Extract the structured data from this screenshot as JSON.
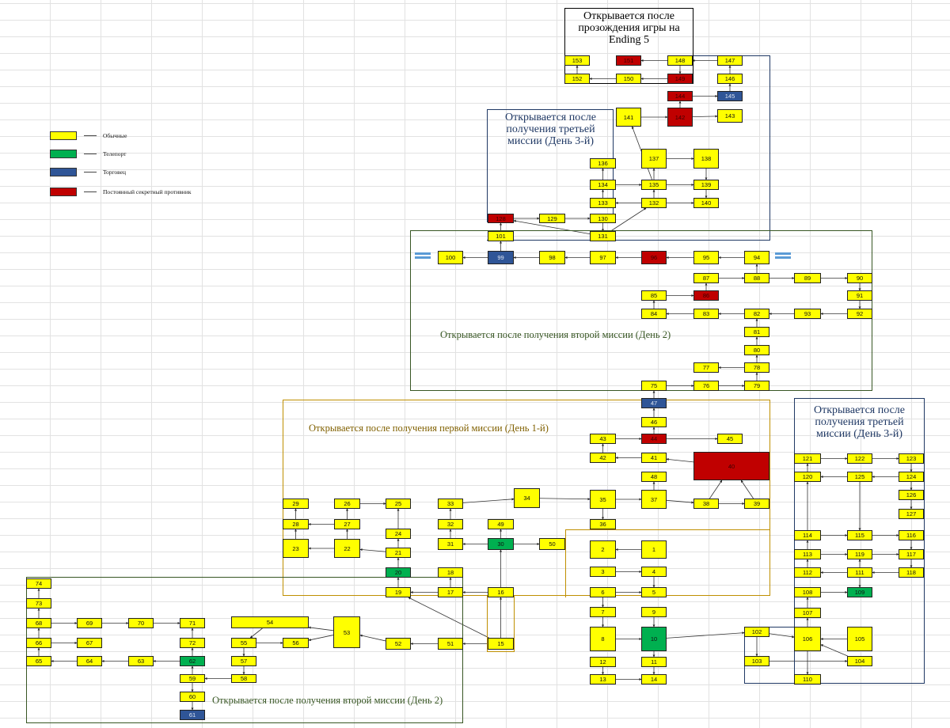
{
  "colors": {
    "normal": "#ffff00",
    "teleport": "#00b050",
    "trader": "#2f5597",
    "secret": "#c00000",
    "green_region": "#375623",
    "gold_region": "#bf8f00",
    "navy_region": "#1f3864",
    "plain_region": "#000000",
    "gold_text": "#806000",
    "green_text": "#375623",
    "navy_text": "#1f3864"
  },
  "legend": [
    {
      "label": "Обычные",
      "type": "normal"
    },
    {
      "label": "Телепорт",
      "type": "teleport"
    },
    {
      "label": "Торговец",
      "type": "trader"
    },
    {
      "label": "Постоянный секретный противник",
      "type": "secret"
    }
  ],
  "regions": [
    {
      "id": "ending5",
      "label": "Открывается после прозождения игры на Ending 5",
      "type": "plain"
    },
    {
      "id": "day3-top",
      "label": "Открывается после получения третьей миссии (День 3-й)",
      "type": "navy"
    },
    {
      "id": "day2-top",
      "label": "Открывается после получения второй миссии (День 2)",
      "type": "green"
    },
    {
      "id": "day1",
      "label": "Открывается после получения первой миссии (День 1-й)",
      "type": "gold"
    },
    {
      "id": "day3-right",
      "label": "Открывается после получения третьей миссии (День 3-й)",
      "type": "navy"
    },
    {
      "id": "day2-bottom",
      "label": "Открывается после получения второй миссии (День 2)",
      "type": "green"
    }
  ],
  "rooms": [
    {
      "n": "1",
      "t": "normal"
    },
    {
      "n": "2",
      "t": "normal"
    },
    {
      "n": "3",
      "t": "normal"
    },
    {
      "n": "4",
      "t": "normal"
    },
    {
      "n": "5",
      "t": "normal"
    },
    {
      "n": "6",
      "t": "normal"
    },
    {
      "n": "7",
      "t": "normal"
    },
    {
      "n": "8",
      "t": "normal"
    },
    {
      "n": "9",
      "t": "normal"
    },
    {
      "n": "10",
      "t": "teleport"
    },
    {
      "n": "11",
      "t": "normal"
    },
    {
      "n": "12",
      "t": "normal"
    },
    {
      "n": "13",
      "t": "normal"
    },
    {
      "n": "14",
      "t": "normal"
    },
    {
      "n": "15",
      "t": "normal"
    },
    {
      "n": "16",
      "t": "normal"
    },
    {
      "n": "17",
      "t": "normal"
    },
    {
      "n": "18",
      "t": "normal"
    },
    {
      "n": "19",
      "t": "normal"
    },
    {
      "n": "20",
      "t": "teleport"
    },
    {
      "n": "21",
      "t": "normal"
    },
    {
      "n": "22",
      "t": "normal"
    },
    {
      "n": "23",
      "t": "normal"
    },
    {
      "n": "24",
      "t": "normal"
    },
    {
      "n": "25",
      "t": "normal"
    },
    {
      "n": "26",
      "t": "normal"
    },
    {
      "n": "27",
      "t": "normal"
    },
    {
      "n": "28",
      "t": "normal"
    },
    {
      "n": "29",
      "t": "normal"
    },
    {
      "n": "30",
      "t": "teleport"
    },
    {
      "n": "31",
      "t": "normal"
    },
    {
      "n": "32",
      "t": "normal"
    },
    {
      "n": "33",
      "t": "normal"
    },
    {
      "n": "34",
      "t": "normal"
    },
    {
      "n": "35",
      "t": "normal"
    },
    {
      "n": "36",
      "t": "normal"
    },
    {
      "n": "37",
      "t": "normal"
    },
    {
      "n": "38",
      "t": "normal"
    },
    {
      "n": "39",
      "t": "normal"
    },
    {
      "n": "40",
      "t": "secret"
    },
    {
      "n": "41",
      "t": "normal"
    },
    {
      "n": "42",
      "t": "normal"
    },
    {
      "n": "43",
      "t": "normal"
    },
    {
      "n": "44",
      "t": "secret"
    },
    {
      "n": "45",
      "t": "normal"
    },
    {
      "n": "46",
      "t": "normal"
    },
    {
      "n": "47",
      "t": "trader"
    },
    {
      "n": "48",
      "t": "normal"
    },
    {
      "n": "49",
      "t": "normal"
    },
    {
      "n": "50",
      "t": "normal"
    },
    {
      "n": "51",
      "t": "normal"
    },
    {
      "n": "52",
      "t": "normal"
    },
    {
      "n": "53",
      "t": "normal"
    },
    {
      "n": "54",
      "t": "normal"
    },
    {
      "n": "55",
      "t": "normal"
    },
    {
      "n": "56",
      "t": "normal"
    },
    {
      "n": "57",
      "t": "normal"
    },
    {
      "n": "58",
      "t": "normal"
    },
    {
      "n": "59",
      "t": "normal"
    },
    {
      "n": "60",
      "t": "normal"
    },
    {
      "n": "61",
      "t": "trader"
    },
    {
      "n": "62",
      "t": "teleport"
    },
    {
      "n": "63",
      "t": "normal"
    },
    {
      "n": "64",
      "t": "normal"
    },
    {
      "n": "65",
      "t": "normal"
    },
    {
      "n": "66",
      "t": "normal"
    },
    {
      "n": "67",
      "t": "normal"
    },
    {
      "n": "68",
      "t": "normal"
    },
    {
      "n": "69",
      "t": "normal"
    },
    {
      "n": "70",
      "t": "normal"
    },
    {
      "n": "71",
      "t": "normal"
    },
    {
      "n": "72",
      "t": "normal"
    },
    {
      "n": "73",
      "t": "normal"
    },
    {
      "n": "74",
      "t": "normal"
    },
    {
      "n": "75",
      "t": "normal"
    },
    {
      "n": "76",
      "t": "normal"
    },
    {
      "n": "77",
      "t": "normal"
    },
    {
      "n": "78",
      "t": "normal"
    },
    {
      "n": "79",
      "t": "normal"
    },
    {
      "n": "80",
      "t": "normal"
    },
    {
      "n": "81",
      "t": "normal"
    },
    {
      "n": "82",
      "t": "normal"
    },
    {
      "n": "83",
      "t": "normal"
    },
    {
      "n": "84",
      "t": "normal"
    },
    {
      "n": "85",
      "t": "normal"
    },
    {
      "n": "86",
      "t": "secret"
    },
    {
      "n": "87",
      "t": "normal"
    },
    {
      "n": "88",
      "t": "normal"
    },
    {
      "n": "89",
      "t": "normal"
    },
    {
      "n": "90",
      "t": "normal"
    },
    {
      "n": "91",
      "t": "normal"
    },
    {
      "n": "92",
      "t": "normal"
    },
    {
      "n": "93",
      "t": "normal"
    },
    {
      "n": "94",
      "t": "normal"
    },
    {
      "n": "95",
      "t": "normal"
    },
    {
      "n": "96",
      "t": "secret"
    },
    {
      "n": "97",
      "t": "normal"
    },
    {
      "n": "98",
      "t": "normal"
    },
    {
      "n": "99",
      "t": "trader"
    },
    {
      "n": "100",
      "t": "normal"
    },
    {
      "n": "101",
      "t": "normal"
    },
    {
      "n": "102",
      "t": "normal"
    },
    {
      "n": "103",
      "t": "normal"
    },
    {
      "n": "104",
      "t": "normal"
    },
    {
      "n": "105",
      "t": "normal"
    },
    {
      "n": "106",
      "t": "normal"
    },
    {
      "n": "107",
      "t": "normal"
    },
    {
      "n": "108",
      "t": "normal"
    },
    {
      "n": "109",
      "t": "teleport"
    },
    {
      "n": "110",
      "t": "normal"
    },
    {
      "n": "111",
      "t": "normal"
    },
    {
      "n": "112",
      "t": "normal"
    },
    {
      "n": "113",
      "t": "normal"
    },
    {
      "n": "114",
      "t": "normal"
    },
    {
      "n": "115",
      "t": "normal"
    },
    {
      "n": "116",
      "t": "normal"
    },
    {
      "n": "117",
      "t": "normal"
    },
    {
      "n": "118",
      "t": "normal"
    },
    {
      "n": "119",
      "t": "normal"
    },
    {
      "n": "120",
      "t": "normal"
    },
    {
      "n": "121",
      "t": "normal"
    },
    {
      "n": "122",
      "t": "normal"
    },
    {
      "n": "123",
      "t": "normal"
    },
    {
      "n": "124",
      "t": "normal"
    },
    {
      "n": "125",
      "t": "normal"
    },
    {
      "n": "126",
      "t": "normal"
    },
    {
      "n": "127",
      "t": "normal"
    },
    {
      "n": "128",
      "t": "secret"
    },
    {
      "n": "129",
      "t": "normal"
    },
    {
      "n": "130",
      "t": "normal"
    },
    {
      "n": "131",
      "t": "normal"
    },
    {
      "n": "132",
      "t": "normal"
    },
    {
      "n": "133",
      "t": "normal"
    },
    {
      "n": "134",
      "t": "normal"
    },
    {
      "n": "135",
      "t": "normal"
    },
    {
      "n": "136",
      "t": "normal"
    },
    {
      "n": "137",
      "t": "normal"
    },
    {
      "n": "138",
      "t": "normal"
    },
    {
      "n": "139",
      "t": "normal"
    },
    {
      "n": "140",
      "t": "normal"
    },
    {
      "n": "141",
      "t": "normal"
    },
    {
      "n": "142",
      "t": "secret"
    },
    {
      "n": "143",
      "t": "normal"
    },
    {
      "n": "144",
      "t": "secret"
    },
    {
      "n": "145",
      "t": "trader"
    },
    {
      "n": "146",
      "t": "normal"
    },
    {
      "n": "147",
      "t": "normal"
    },
    {
      "n": "148",
      "t": "normal"
    },
    {
      "n": "149",
      "t": "secret"
    },
    {
      "n": "150",
      "t": "normal"
    },
    {
      "n": "151",
      "t": "secret"
    },
    {
      "n": "152",
      "t": "normal"
    },
    {
      "n": "153",
      "t": "normal"
    }
  ],
  "links": [
    [
      "1",
      "2"
    ],
    [
      "3",
      "4"
    ],
    [
      "4",
      "5"
    ],
    [
      "6",
      "5"
    ],
    [
      "6",
      "7"
    ],
    [
      "7",
      "8"
    ],
    [
      "8",
      "10"
    ],
    [
      "9",
      "10"
    ],
    [
      "10",
      "11"
    ],
    [
      "11",
      "14"
    ],
    [
      "12",
      "13"
    ],
    [
      "13",
      "14"
    ],
    [
      "10",
      "102"
    ],
    [
      "102",
      "103"
    ],
    [
      "102",
      "106"
    ],
    [
      "103",
      "104"
    ],
    [
      "104",
      "106"
    ],
    [
      "105",
      "106"
    ],
    [
      "106",
      "107"
    ],
    [
      "107",
      "108"
    ],
    [
      "108",
      "109"
    ],
    [
      "106",
      "110"
    ],
    [
      "111",
      "112"
    ],
    [
      "112",
      "113"
    ],
    [
      "113",
      "114"
    ],
    [
      "114",
      "120"
    ],
    [
      "120",
      "121"
    ],
    [
      "121",
      "122"
    ],
    [
      "122",
      "123"
    ],
    [
      "123",
      "124"
    ],
    [
      "124",
      "125"
    ],
    [
      "125",
      "120"
    ],
    [
      "124",
      "126"
    ],
    [
      "126",
      "127"
    ],
    [
      "125",
      "115"
    ],
    [
      "114",
      "115"
    ],
    [
      "115",
      "116"
    ],
    [
      "116",
      "117"
    ],
    [
      "117",
      "118"
    ],
    [
      "118",
      "111"
    ],
    [
      "111",
      "119"
    ],
    [
      "113",
      "119"
    ],
    [
      "119",
      "117"
    ],
    [
      "111",
      "109"
    ],
    [
      "15",
      "16"
    ],
    [
      "16",
      "30"
    ],
    [
      "16",
      "17"
    ],
    [
      "17",
      "18"
    ],
    [
      "17",
      "19"
    ],
    [
      "19",
      "20"
    ],
    [
      "20",
      "21"
    ],
    [
      "21",
      "22"
    ],
    [
      "21",
      "24"
    ],
    [
      "24",
      "25"
    ],
    [
      "22",
      "23"
    ],
    [
      "22",
      "27"
    ],
    [
      "23",
      "28"
    ],
    [
      "28",
      "29"
    ],
    [
      "27",
      "28"
    ],
    [
      "27",
      "26"
    ],
    [
      "26",
      "25"
    ],
    [
      "30",
      "31"
    ],
    [
      "31",
      "32"
    ],
    [
      "32",
      "33"
    ],
    [
      "30",
      "49"
    ],
    [
      "30",
      "50"
    ],
    [
      "33",
      "34"
    ],
    [
      "34",
      "35"
    ],
    [
      "35",
      "36"
    ],
    [
      "35",
      "37"
    ],
    [
      "37",
      "38"
    ],
    [
      "38",
      "39"
    ],
    [
      "39",
      "40"
    ],
    [
      "38",
      "40"
    ],
    [
      "37",
      "48"
    ],
    [
      "41",
      "42"
    ],
    [
      "42",
      "43"
    ],
    [
      "43",
      "44"
    ],
    [
      "44",
      "45"
    ],
    [
      "40",
      "41"
    ],
    [
      "44",
      "46"
    ],
    [
      "46",
      "47"
    ],
    [
      "47",
      "75"
    ],
    [
      "75",
      "76"
    ],
    [
      "76",
      "79"
    ],
    [
      "79",
      "78"
    ],
    [
      "78",
      "77"
    ],
    [
      "78",
      "80"
    ],
    [
      "80",
      "81"
    ],
    [
      "81",
      "82"
    ],
    [
      "82",
      "83"
    ],
    [
      "83",
      "84"
    ],
    [
      "84",
      "85"
    ],
    [
      "85",
      "86"
    ],
    [
      "86",
      "87"
    ],
    [
      "87",
      "88"
    ],
    [
      "88",
      "89"
    ],
    [
      "89",
      "90"
    ],
    [
      "90",
      "91"
    ],
    [
      "91",
      "92"
    ],
    [
      "92",
      "93"
    ],
    [
      "93",
      "82"
    ],
    [
      "88",
      "94"
    ],
    [
      "94",
      "95"
    ],
    [
      "95",
      "96"
    ],
    [
      "96",
      "97"
    ],
    [
      "97",
      "98"
    ],
    [
      "98",
      "99"
    ],
    [
      "99",
      "100"
    ],
    [
      "99",
      "101"
    ],
    [
      "101",
      "128"
    ],
    [
      "128",
      "129"
    ],
    [
      "129",
      "130"
    ],
    [
      "130",
      "131"
    ],
    [
      "131",
      "132"
    ],
    [
      "131",
      "128"
    ],
    [
      "132",
      "133"
    ],
    [
      "132",
      "135"
    ],
    [
      "133",
      "134"
    ],
    [
      "134",
      "136"
    ],
    [
      "134",
      "135"
    ],
    [
      "135",
      "137"
    ],
    [
      "137",
      "138"
    ],
    [
      "138",
      "139"
    ],
    [
      "135",
      "139"
    ],
    [
      "139",
      "140"
    ],
    [
      "132",
      "140"
    ],
    [
      "135",
      "141"
    ],
    [
      "141",
      "142"
    ],
    [
      "142",
      "143"
    ],
    [
      "142",
      "144"
    ],
    [
      "144",
      "145"
    ],
    [
      "145",
      "146"
    ],
    [
      "146",
      "147"
    ],
    [
      "147",
      "148"
    ],
    [
      "148",
      "149"
    ],
    [
      "148",
      "151"
    ],
    [
      "149",
      "150"
    ],
    [
      "150",
      "152"
    ],
    [
      "152",
      "153"
    ],
    [
      "15",
      "51"
    ],
    [
      "51",
      "52"
    ],
    [
      "52",
      "53"
    ],
    [
      "53",
      "54"
    ],
    [
      "53",
      "56"
    ],
    [
      "54",
      "55"
    ],
    [
      "55",
      "56"
    ],
    [
      "55",
      "57"
    ],
    [
      "57",
      "58"
    ],
    [
      "58",
      "59"
    ],
    [
      "59",
      "62"
    ],
    [
      "59",
      "60"
    ],
    [
      "60",
      "61"
    ],
    [
      "62",
      "72"
    ],
    [
      "72",
      "71"
    ],
    [
      "62",
      "63"
    ],
    [
      "63",
      "64"
    ],
    [
      "64",
      "65"
    ],
    [
      "65",
      "66"
    ],
    [
      "66",
      "67"
    ],
    [
      "66",
      "68"
    ],
    [
      "68",
      "69"
    ],
    [
      "69",
      "70"
    ],
    [
      "70",
      "71"
    ],
    [
      "68",
      "73"
    ],
    [
      "73",
      "74"
    ],
    [
      "15",
      "19"
    ]
  ]
}
